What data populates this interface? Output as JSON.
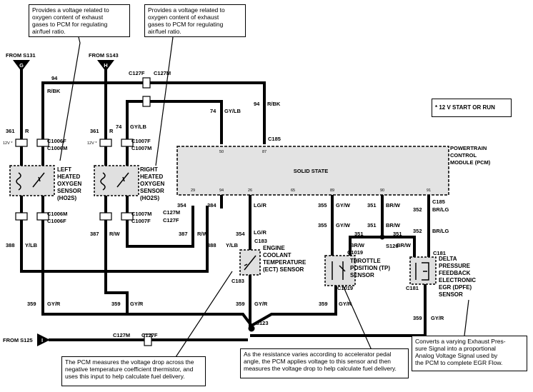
{
  "notes": {
    "left_o2": [
      "Provides a voltage related to",
      "oxygen content of exhaust",
      "gases to PCM for regulating",
      "air/fuel ratio."
    ],
    "right_o2": [
      "Provides a voltage related to",
      "oxygen content of exhaust",
      "gases to PCM for regulating",
      "air/fuel ratio."
    ],
    "start_run": "* 12 V START OR RUN",
    "ect": [
      "The PCM measures the voltage drop across the",
      "negative temperature coefficient thermistor, and",
      "uses this input to help calculate fuel delivery."
    ],
    "tp": [
      "As the resistance varies according to accelerator pedal",
      "angle, the PCM applies voltage to this sensor and then",
      "measures the voltage drop to help calculate fuel delivery."
    ],
    "dpfe": [
      "Converts a varying Exhaust Pres-",
      "sure Signal into a proportional",
      "Analog Voltage Signal used by",
      "the PCM to complete EGR Flow."
    ]
  },
  "sources": {
    "s131": "FROM S131",
    "s131_letter": "G",
    "s143": "FROM S143",
    "s143_letter": "H",
    "s125": "FROM S125",
    "s125_letter": "I"
  },
  "components": {
    "left_o2": [
      "LEFT",
      "HEATED",
      "OXYGEN",
      "SENSOR",
      "(HO2S)"
    ],
    "right_o2": [
      "RIGHT",
      "HEATED",
      "OXYGEN",
      "SENSOR",
      "(HO2S)"
    ],
    "pcm": [
      "POWERTRAIN",
      "CONTROL",
      "MODULE (PCM)"
    ],
    "pcm_inner": "SOLID STATE",
    "ect": [
      "ENGINE",
      "COOLANT",
      "TEMPERATURE",
      "(ECT) SENSOR"
    ],
    "tp": [
      "THROTTLE",
      "POSITION (TP)",
      "SENSOR"
    ],
    "dpfe": [
      "DELTA",
      "PRESSURE",
      "FEEDBACK",
      "ELECTRONIC",
      "EGR (DPFE)",
      "SENSOR"
    ]
  },
  "connectors": {
    "c127f_top": "C127F",
    "c127m_top": "C127M",
    "c185_top": "C185",
    "c1006f_a": "C1006F",
    "c1006m_a": "C1006M",
    "c1007f_a": "C1007F",
    "c1007m_a": "C1007M",
    "c1006m_b": "C1006M",
    "c1006f_b": "C1006F",
    "c1007m_b": "C1007M",
    "c1007f_b": "C1007F",
    "c127m_mid": "C127M",
    "c127f_mid": "C127F",
    "c185_mid": "C185",
    "c183_top": "C183",
    "c183_bot": "C183",
    "c1019_top": "C1019",
    "c1019_bot": "C1019",
    "s126": "S126",
    "s123": "S123",
    "c181_top": "C181",
    "c181_bot": "C181",
    "c127m_bot": "C127M",
    "c127f_bot": "C127F"
  },
  "wires": {
    "w94_a": "94",
    "rbk_a": "R/BK",
    "w94_b": "94",
    "rbk_b": "R/BK",
    "w74_a": "74",
    "gylb_a": "GY/LB",
    "w74_b": "74",
    "gylb_b": "GY/LB",
    "w361_a": "361",
    "r_a": "R",
    "w361_b": "361",
    "r_b": "R",
    "v12_a": "12V *",
    "v12_b": "12V *",
    "w388_a": "388",
    "ylb_a": "Y/LB",
    "w387_a": "387",
    "rw_a": "R/W",
    "w387_b": "387",
    "rw_b": "R/W",
    "w388_b": "388",
    "ylb_b": "Y/LB",
    "w354_a": "354",
    "w384": "384",
    "lgr_a": "LG/R",
    "w354_b": "354",
    "lgr_b": "LG/R",
    "w355_a": "355",
    "gyw_a": "GY/W",
    "w355_b": "355",
    "gyw_b": "GY/W",
    "w351_a": "351",
    "brw_a": "BR/W",
    "w351_b": "351",
    "brw_b": "BR/W",
    "w351_c": "351",
    "w351_d": "351",
    "brw_c": "BR/W",
    "brw_d": "BR/W",
    "w352_a": "352",
    "brlg_a": "BR/LG",
    "w352_b": "352",
    "brlg_b": "BR/LG",
    "w359_a": "359",
    "gyr_a": "GY/R",
    "w359_b": "359",
    "gyr_b": "GY/R",
    "w359_c": "359",
    "gyr_c": "GY/R",
    "w359_d": "359",
    "gyr_d": "GY/R",
    "w359_e": "359",
    "gyr_e": "GY/R"
  },
  "pins": {
    "p50": "50",
    "p87": "87",
    "p29": "29",
    "p94": "94",
    "p26": "26",
    "p89": "89",
    "p90": "90",
    "p91": "91",
    "p65": "65"
  }
}
